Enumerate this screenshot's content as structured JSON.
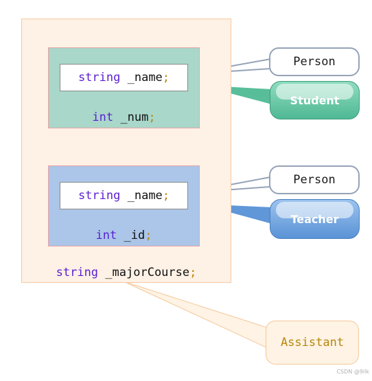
{
  "diagram": {
    "student_object": {
      "name_field": {
        "type": "string",
        "name": "_name",
        "end": ";"
      },
      "num_field": {
        "type": "int",
        "name": "_num",
        "end": ";"
      }
    },
    "teacher_object": {
      "name_field": {
        "type": "string",
        "name": "_name",
        "end": ";"
      },
      "id_field": {
        "type": "int",
        "name": "_id",
        "end": ";"
      }
    },
    "major_field": {
      "type": "string",
      "name": "_majorCourse",
      "end": ";"
    },
    "labels": {
      "person_1": "Person",
      "person_2": "Person",
      "student": "Student",
      "teacher": "Teacher",
      "assistant": "Assistant"
    },
    "watermark": "CSDN @9ilk"
  },
  "colors": {
    "outer_fill": "#fef1e5",
    "student_fill": "#a9d7c9",
    "teacher_fill": "#abc6e8",
    "student_bubble": "#4fb894",
    "teacher_bubble": "#5a93d6",
    "keyword": "#5a1fd1",
    "punctuation": "#b8860b"
  }
}
